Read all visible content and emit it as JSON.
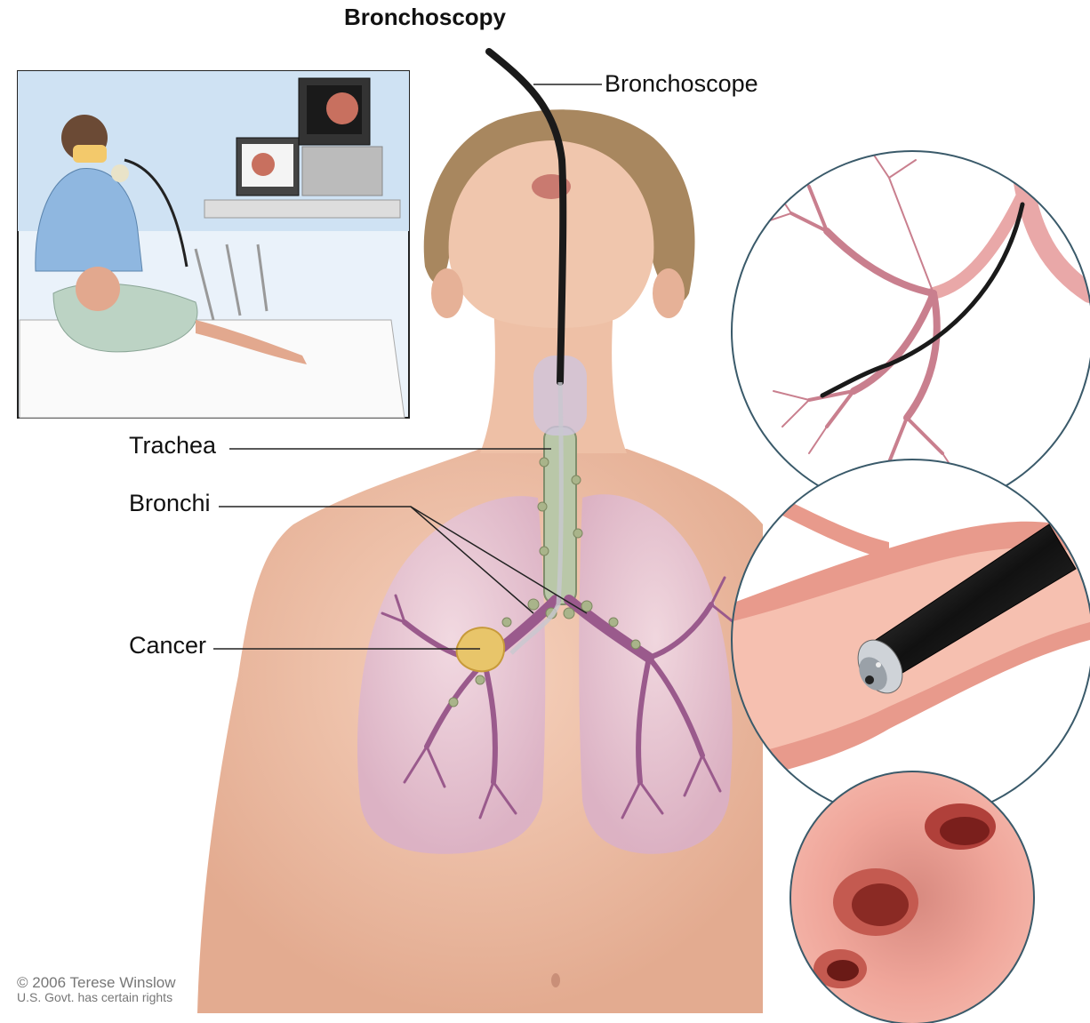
{
  "figure": {
    "title": "Bronchoscopy",
    "labels": {
      "bronchoscope": "Bronchoscope",
      "trachea": "Trachea",
      "bronchi": "Bronchi",
      "cancer": "Cancer"
    },
    "credit": {
      "line1": "© 2006 Terese Winslow",
      "line2": "U.S. Govt. has certain rights"
    }
  },
  "colors": {
    "skin": "#f2c6ae",
    "skin_shadow": "#e0a68c",
    "hair": "#a8875f",
    "lung": "#e7c8dc",
    "bronchi": "#9a5a8c",
    "lymph_node": "#a9b48a",
    "tumor": "#e8c56a",
    "scope": "#1a1a1a",
    "airway": "#e89a8c",
    "airway_inner": "#f6c0b0",
    "zoom_border": "#3a5a6a"
  },
  "icons": [
    "doctor-figure",
    "patient-bed",
    "monitor",
    "lungs",
    "bronchoscope-tip"
  ]
}
